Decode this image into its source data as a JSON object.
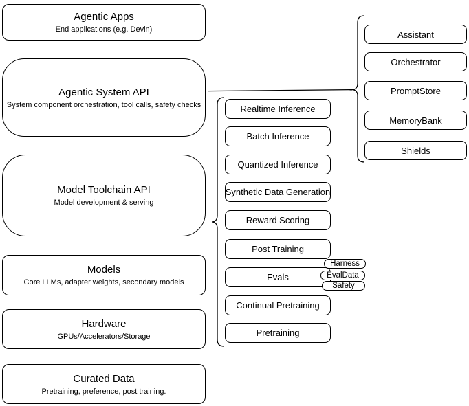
{
  "diagram": {
    "layers": [
      {
        "title": "Agentic Apps",
        "subtitle": "End applications (e.g. Devin)"
      },
      {
        "title": "Agentic System API",
        "subtitle": "System component orchestration, tool calls, safety checks"
      },
      {
        "title": "Model Toolchain API",
        "subtitle": "Model development & serving"
      },
      {
        "title": "Models",
        "subtitle": "Core LLMs, adapter weights, secondary models"
      },
      {
        "title": "Hardware",
        "subtitle": "GPUs/Accelerators/Storage"
      },
      {
        "title": "Curated Data",
        "subtitle": "Pretraining, preference, post training."
      }
    ],
    "toolchain_api_items": [
      "Realtime Inference",
      "Batch Inference",
      "Quantized Inference",
      "Synthetic Data Generation",
      "Reward Scoring",
      "Post Training",
      "Evals",
      "Continual Pretraining",
      "Pretraining"
    ],
    "evals_sub_items": [
      "Harness",
      "EvalData",
      "Safety"
    ],
    "system_api_items": [
      "Assistant",
      "Orchestrator",
      "PromptStore",
      "MemoryBank",
      "Shields"
    ],
    "colors": {
      "stroke": "#000000",
      "fill": "#ffffff",
      "canvas": "#ffffff"
    }
  }
}
